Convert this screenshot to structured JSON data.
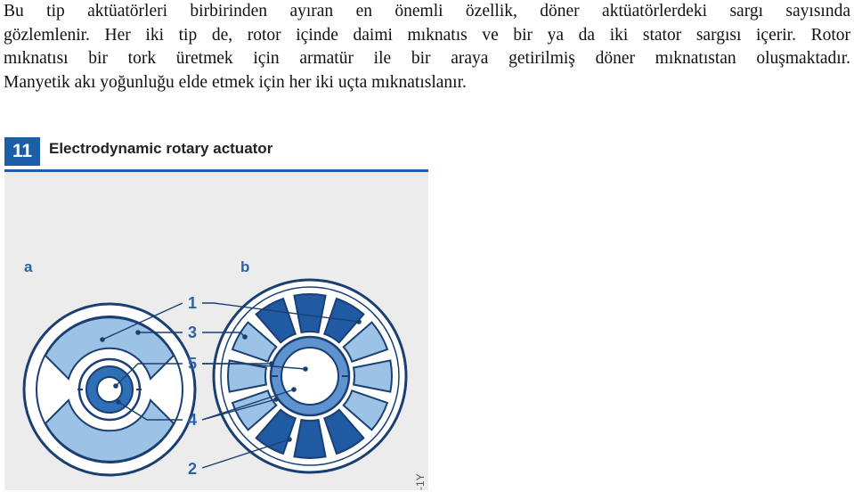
{
  "text": {
    "line1": "Bu tip aktüatörleri birbirinden ayıran en önemli özellik, döner aktüatörlerdeki sargı sayısında",
    "line2": "gözlemlenir. Her iki tip de, rotor içinde daimi mıknatıs ve bir ya da iki stator sargısı içerir. Rotor",
    "line3": "mıknatısı bir tork üretmek için armatür ile bir araya getirilmiş döner mıknatıstan oluşmaktadır.",
    "line4": "Manyetik akı yoğunluğu elde etmek için her iki uçta mıknatıslanır."
  },
  "figure": {
    "number": "11",
    "title": "Electrodynamic rotary actuator",
    "subfigure_a": "a",
    "subfigure_b": "b",
    "callouts": [
      "1",
      "3",
      "5",
      "4",
      "2"
    ],
    "code": "-1Y",
    "colors": {
      "accent": "#1d5fa6",
      "dark_blue": "#1f5aa3",
      "light_blue": "#9cc3e6",
      "mid_blue": "#5e93cf",
      "outline": "#1a3f73"
    }
  }
}
